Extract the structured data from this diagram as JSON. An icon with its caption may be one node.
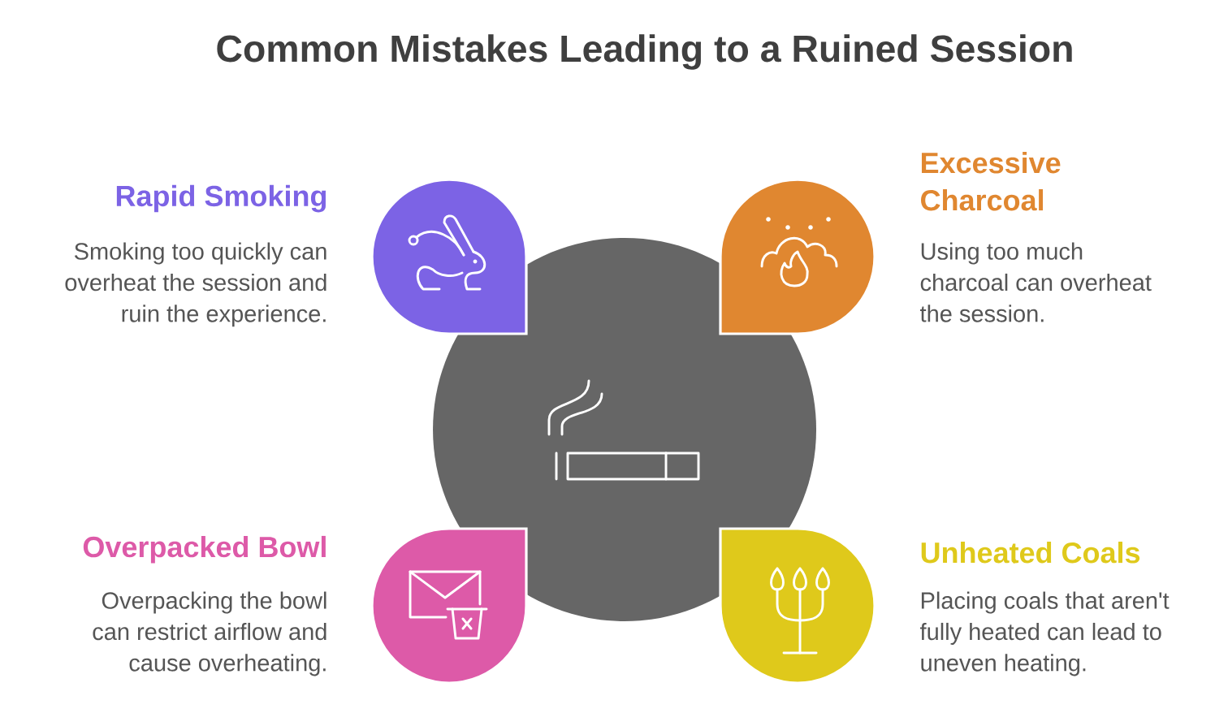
{
  "diagram": {
    "title": "Common Mistakes Leading to a Ruined Session",
    "nodes": [
      {
        "text": [],
        "shape": "circle"
      },
      {
        "text": [
          "Rapid Smoking",
          "Smoking too quickly can overheat the session and ruin the experience."
        ]
      },
      {
        "text": [
          "Excessive Charcoal",
          "Using too much charcoal can overheat the session."
        ]
      },
      {
        "text": [
          "Overpacked Bowl",
          "Overpacking the bowl can restrict airflow and cause overheating."
        ]
      },
      {
        "text": [
          "Unheated Coals",
          "Placing coals that aren't fully heated can lead to uneven heating."
        ]
      }
    ]
  }
}
